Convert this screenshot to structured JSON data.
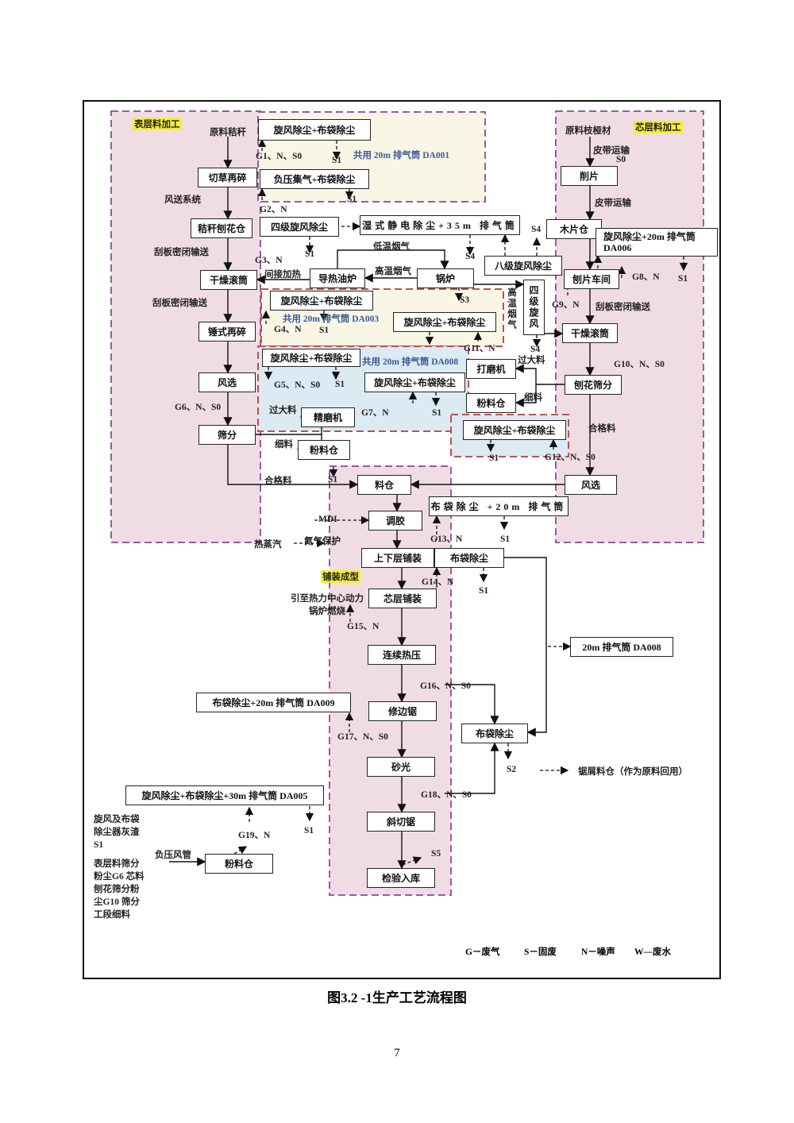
{
  "regions": {
    "surface": "表层料加工",
    "core": "芯层料加工",
    "forming": "铺装成型"
  },
  "boxes": {
    "b1": "旋风除尘+布袋除尘",
    "b2": "负压集气+布袋除尘",
    "cut": "切草再碎",
    "strawbin": "秸秆刨花仓",
    "cyc4": "四级旋风除尘",
    "wesp": "湿式静电除尘+35m 排气筒",
    "oil": "导热油炉",
    "boiler": "锅炉",
    "cyc8": "八级旋风除尘",
    "dryL": "干燥滚筒",
    "b3": "旋风除尘+布袋除尘",
    "hammer": "锤式再碎",
    "b4": "旋风除尘+布袋除尘",
    "cyc4v": "四级旋风",
    "chipbin": "木片仓",
    "da006": "旋风除尘+20m 排气筒 DA006",
    "chip": "削片",
    "flake": "刨片车间",
    "dryR": "干燥滚筒",
    "b5": "旋风除尘+布袋除尘",
    "sander": "打磨机",
    "b6": "旋风除尘+布袋除尘",
    "windL": "风选",
    "screenR": "刨花筛分",
    "powderM": "粉料仓",
    "refiner": "精磨机",
    "screenL": "筛分",
    "b7": "旋风除尘+布袋除尘",
    "powderL": "粉料仓",
    "silo": "料仓",
    "windR": "风选",
    "bag20": "布袋除尘 +20m 排气筒",
    "glue": "调胶",
    "layup": "上下层铺装",
    "bagTop": "布袋除尘",
    "corelay": "芯层铺装",
    "press": "连续热压",
    "da008": "20m 排气筒 DA008",
    "da009": "布袋除尘+20m 排气筒 DA009",
    "trim": "修边锯",
    "bagBot": "布袋除尘",
    "sanding": "砂光",
    "da005": "旋风除尘+布袋除尘+30m 排气筒 DA005",
    "bevel": "斜切锯",
    "powderB": "粉料仓",
    "inspect": "检验入库"
  },
  "labels": {
    "rawStraw": "原料秸秆",
    "g1": "G1、N、S0",
    "s1a": "S1",
    "da001": "共用 20m 排气筒 DA001",
    "s1b": "S1",
    "wind": "风送系统",
    "g2": "G2、N",
    "s1c": "S1",
    "scraper1": "刮板密闭输送",
    "g3": "G3、N",
    "lowgas": "低温烟气",
    "highgas": "高温烟气",
    "indirect": "间接加热",
    "s4a": "S4",
    "s4b": "S4",
    "s3": "S3",
    "scraper2": "刮板密闭输送",
    "da003": "共用 20m 排气筒 DA003",
    "g4": "G4、N",
    "s1d": "S1",
    "highgasV": "高温烟气",
    "s4c": "S4",
    "rawWood": "原料枝桠材",
    "belt1": "皮带运输",
    "s0r": "S0",
    "belt2": "皮带运输",
    "g8": "G8、N",
    "s1e": "S1",
    "g9": "G9、N",
    "scraper3": "刮板密闭输送",
    "g11": "G11、N",
    "oversize1": "过大料",
    "da00x": "共用 20m 排气筒 DA008",
    "g10": "G10、N、S0",
    "fine1": "细料",
    "g5": "G5、N、S0",
    "s1f": "S1",
    "s1g": "S1",
    "g6": "G6、N、S0",
    "oversize2": "过大料",
    "g7": "G7、N",
    "qualified1": "合格料",
    "fine2": "细料",
    "s1h": "S1",
    "g12": "G12、N、S0",
    "qualified2": "合格料",
    "s1i": "S1",
    "mdi": "MDI",
    "steam": "热蒸汽",
    "n2": "氮气保护",
    "g13": "G13、N",
    "s1j": "S1",
    "g14": "G14、N",
    "s1k": "S1",
    "lead": "引至热力中心动力锅炉燃烧",
    "g15": "G15、N",
    "g16": "G16、N、S0",
    "g17": "G17、N、S0",
    "s2": "S2",
    "sawdust": "锯屑料仓（作为原料回用）",
    "g18": "G18、N、S0",
    "s1l": "S1",
    "g19": "G19、N",
    "negduct": "负压风管",
    "s5": "S5",
    "note1": "旋风及布袋除尘器灰渣 S1",
    "note2": "表层料筛分粉尘G6 芯料刨花筛分粉尘G10 筛分工段细料"
  },
  "legend": {
    "g": "G－废气",
    "s": "S－固废",
    "n": "N－噪声",
    "w": "W—废水"
  },
  "caption": "图3.2 -1生产工艺流程图",
  "page_number": "7",
  "colors": {
    "pink": "#f0dde3",
    "yellow": "#faf6e6",
    "blue": "#dceaf3",
    "purple_dash": "#9a5aa6",
    "red_dash": "#c0504d"
  }
}
